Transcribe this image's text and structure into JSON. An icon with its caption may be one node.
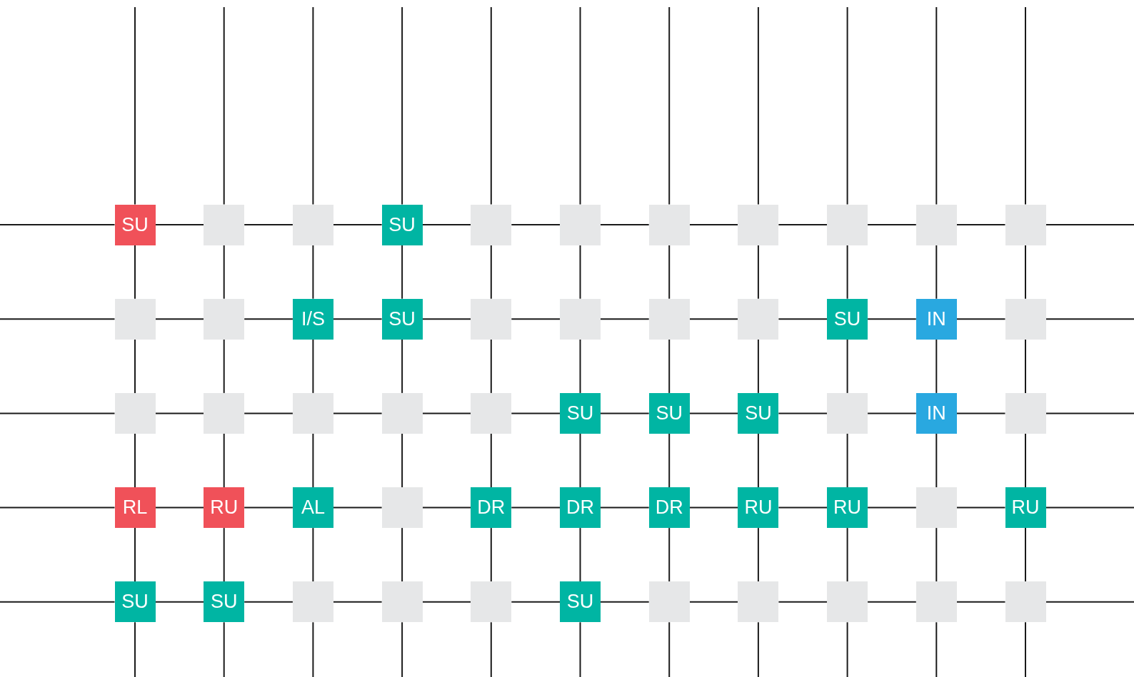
{
  "diagram": {
    "nodes": [
      {
        "text": [
          "SU"
        ]
      },
      {
        "text": [],
        "shape": "box"
      },
      {
        "text": [],
        "shape": "box"
      },
      {
        "text": [
          "SU"
        ]
      },
      {
        "text": [],
        "shape": "box"
      },
      {
        "text": [],
        "shape": "box"
      },
      {
        "text": [],
        "shape": "box"
      },
      {
        "text": [],
        "shape": "box"
      },
      {
        "text": [],
        "shape": "box"
      },
      {
        "text": [],
        "shape": "box"
      },
      {
        "text": [],
        "shape": "box"
      },
      {
        "text": [],
        "shape": "box"
      },
      {
        "text": [],
        "shape": "box"
      },
      {
        "text": [
          "I/S"
        ]
      },
      {
        "text": [
          "SU"
        ]
      },
      {
        "text": [],
        "shape": "box"
      },
      {
        "text": [],
        "shape": "box"
      },
      {
        "text": [],
        "shape": "box"
      },
      {
        "text": [],
        "shape": "box"
      },
      {
        "text": [
          "SU"
        ]
      },
      {
        "text": [
          "IN"
        ]
      },
      {
        "text": [],
        "shape": "box"
      },
      {
        "text": [],
        "shape": "box"
      },
      {
        "text": [],
        "shape": "box"
      },
      {
        "text": [],
        "shape": "box"
      },
      {
        "text": [],
        "shape": "box"
      },
      {
        "text": [],
        "shape": "box"
      },
      {
        "text": [
          "SU"
        ]
      },
      {
        "text": [
          "SU"
        ]
      },
      {
        "text": [
          "SU"
        ]
      },
      {
        "text": [],
        "shape": "box"
      },
      {
        "text": [
          "IN"
        ]
      },
      {
        "text": [],
        "shape": "box"
      },
      {
        "text": [
          "RL"
        ]
      },
      {
        "text": [
          "RU"
        ]
      },
      {
        "text": [
          "AL"
        ]
      },
      {
        "text": [],
        "shape": "box"
      },
      {
        "text": [
          "DR"
        ]
      },
      {
        "text": [
          "DR"
        ]
      },
      {
        "text": [
          "DR"
        ]
      },
      {
        "text": [
          "RU"
        ]
      },
      {
        "text": [
          "RU"
        ]
      },
      {
        "text": [],
        "shape": "box"
      },
      {
        "text": [
          "RU"
        ]
      },
      {
        "text": [
          "SU"
        ]
      },
      {
        "text": [
          "SU"
        ]
      },
      {
        "text": [],
        "shape": "box"
      },
      {
        "text": [],
        "shape": "box"
      },
      {
        "text": [],
        "shape": "box"
      },
      {
        "text": [
          "SU"
        ]
      },
      {
        "text": [],
        "shape": "box"
      },
      {
        "text": [],
        "shape": "box"
      },
      {
        "text": [],
        "shape": "box"
      },
      {
        "text": [],
        "shape": "box"
      },
      {
        "text": [],
        "shape": "box"
      }
    ],
    "edges": [
      {
        "from": null,
        "to": 0,
        "arrow": "none"
      },
      {
        "from": 0,
        "to": 1,
        "arrow": "none"
      },
      {
        "from": 1,
        "to": 2,
        "arrow": "none"
      },
      {
        "from": 2,
        "to": 3,
        "arrow": "none"
      },
      {
        "from": 3,
        "to": 4,
        "arrow": "none"
      },
      {
        "from": 4,
        "to": 5,
        "arrow": "none"
      },
      {
        "from": 5,
        "to": 6,
        "arrow": "none"
      },
      {
        "from": 6,
        "to": 7,
        "arrow": "none"
      },
      {
        "from": 7,
        "to": 8,
        "arrow": "none"
      },
      {
        "from": 8,
        "to": 9,
        "arrow": "none"
      },
      {
        "from": 9,
        "to": 10,
        "arrow": "none"
      },
      {
        "from": 10,
        "to": null,
        "arrow": "none"
      },
      {
        "from": null,
        "to": 11,
        "arrow": "none"
      },
      {
        "from": 11,
        "to": 12,
        "arrow": "none"
      },
      {
        "from": 12,
        "to": 13,
        "arrow": "none"
      },
      {
        "from": 13,
        "to": 14,
        "arrow": "none"
      },
      {
        "from": 14,
        "to": 15,
        "arrow": "none"
      },
      {
        "from": 15,
        "to": 16,
        "arrow": "none"
      },
      {
        "from": 16,
        "to": 17,
        "arrow": "none"
      },
      {
        "from": 17,
        "to": 18,
        "arrow": "none"
      },
      {
        "from": 18,
        "to": 19,
        "arrow": "none"
      },
      {
        "from": 19,
        "to": 20,
        "arrow": "none"
      },
      {
        "from": 20,
        "to": 21,
        "arrow": "none"
      },
      {
        "from": 21,
        "to": null,
        "arrow": "none"
      },
      {
        "from": null,
        "to": 22,
        "arrow": "none"
      },
      {
        "from": 22,
        "to": 23,
        "arrow": "none"
      },
      {
        "from": 23,
        "to": 24,
        "arrow": "none"
      },
      {
        "from": 24,
        "to": 25,
        "arrow": "none"
      },
      {
        "from": 25,
        "to": 26,
        "arrow": "none"
      },
      {
        "from": 26,
        "to": 27,
        "arrow": "none"
      },
      {
        "from": 27,
        "to": 28,
        "arrow": "none"
      },
      {
        "from": 28,
        "to": 29,
        "arrow": "none"
      },
      {
        "from": 29,
        "to": 30,
        "arrow": "none"
      },
      {
        "from": 30,
        "to": 31,
        "arrow": "none"
      },
      {
        "from": 31,
        "to": 32,
        "arrow": "none"
      },
      {
        "from": 32,
        "to": null,
        "arrow": "none"
      },
      {
        "from": null,
        "to": 33,
        "arrow": "none"
      },
      {
        "from": 33,
        "to": 34,
        "arrow": "none"
      },
      {
        "from": 34,
        "to": 35,
        "arrow": "none"
      },
      {
        "from": 35,
        "to": 36,
        "arrow": "none"
      },
      {
        "from": 36,
        "to": 37,
        "arrow": "none"
      },
      {
        "from": 37,
        "to": 38,
        "arrow": "none"
      },
      {
        "from": 38,
        "to": 39,
        "arrow": "none"
      },
      {
        "from": 39,
        "to": 40,
        "arrow": "none"
      },
      {
        "from": 40,
        "to": 41,
        "arrow": "none"
      },
      {
        "from": 41,
        "to": 42,
        "arrow": "none"
      },
      {
        "from": 42,
        "to": 43,
        "arrow": "none"
      },
      {
        "from": 43,
        "to": null,
        "arrow": "none"
      },
      {
        "from": null,
        "to": 44,
        "arrow": "none"
      },
      {
        "from": 44,
        "to": 45,
        "arrow": "none"
      },
      {
        "from": 45,
        "to": 46,
        "arrow": "none"
      },
      {
        "from": 46,
        "to": 47,
        "arrow": "none"
      },
      {
        "from": 47,
        "to": 48,
        "arrow": "none"
      },
      {
        "from": 48,
        "to": 49,
        "arrow": "none"
      },
      {
        "from": 49,
        "to": 50,
        "arrow": "none"
      },
      {
        "from": 50,
        "to": 51,
        "arrow": "none"
      },
      {
        "from": 51,
        "to": 52,
        "arrow": "none"
      },
      {
        "from": 52,
        "to": 53,
        "arrow": "none"
      },
      {
        "from": 53,
        "to": 54,
        "arrow": "none"
      },
      {
        "from": 54,
        "to": null,
        "arrow": "none"
      },
      {
        "from": null,
        "to": 0,
        "arrow": "none"
      },
      {
        "from": 0,
        "to": 11,
        "arrow": "none"
      },
      {
        "from": 11,
        "to": 22,
        "arrow": "none"
      },
      {
        "from": 22,
        "to": 33,
        "arrow": "none"
      },
      {
        "from": 33,
        "to": 44,
        "arrow": "none"
      },
      {
        "from": 44,
        "to": null,
        "arrow": "none"
      },
      {
        "from": null,
        "to": 1,
        "arrow": "none"
      },
      {
        "from": 1,
        "to": 12,
        "arrow": "none"
      },
      {
        "from": 12,
        "to": 23,
        "arrow": "none"
      },
      {
        "from": 23,
        "to": 34,
        "arrow": "none"
      },
      {
        "from": 34,
        "to": 45,
        "arrow": "none"
      },
      {
        "from": 45,
        "to": null,
        "arrow": "none"
      },
      {
        "from": null,
        "to": 2,
        "arrow": "none"
      },
      {
        "from": 2,
        "to": 13,
        "arrow": "none"
      },
      {
        "from": 13,
        "to": 24,
        "arrow": "none"
      },
      {
        "from": 24,
        "to": 35,
        "arrow": "none"
      },
      {
        "from": 35,
        "to": 46,
        "arrow": "none"
      },
      {
        "from": 46,
        "to": null,
        "arrow": "none"
      },
      {
        "from": null,
        "to": 3,
        "arrow": "none"
      },
      {
        "from": 3,
        "to": 14,
        "arrow": "none"
      },
      {
        "from": 14,
        "to": 25,
        "arrow": "none"
      },
      {
        "from": 25,
        "to": 36,
        "arrow": "none"
      },
      {
        "from": 36,
        "to": 47,
        "arrow": "none"
      },
      {
        "from": 47,
        "to": null,
        "arrow": "none"
      },
      {
        "from": null,
        "to": 4,
        "arrow": "none"
      },
      {
        "from": 4,
        "to": 15,
        "arrow": "none"
      },
      {
        "from": 15,
        "to": 26,
        "arrow": "none"
      },
      {
        "from": 26,
        "to": 37,
        "arrow": "none"
      },
      {
        "from": 37,
        "to": 48,
        "arrow": "none"
      },
      {
        "from": 48,
        "to": null,
        "arrow": "none"
      },
      {
        "from": null,
        "to": 5,
        "arrow": "none"
      },
      {
        "from": 5,
        "to": 16,
        "arrow": "none"
      },
      {
        "from": 16,
        "to": 27,
        "arrow": "none"
      },
      {
        "from": 27,
        "to": 38,
        "arrow": "none"
      },
      {
        "from": 38,
        "to": 49,
        "arrow": "none"
      },
      {
        "from": 49,
        "to": null,
        "arrow": "none"
      },
      {
        "from": null,
        "to": 6,
        "arrow": "none"
      },
      {
        "from": 6,
        "to": 17,
        "arrow": "none"
      },
      {
        "from": 17,
        "to": 28,
        "arrow": "none"
      },
      {
        "from": 28,
        "to": 39,
        "arrow": "none"
      },
      {
        "from": 39,
        "to": 50,
        "arrow": "none"
      },
      {
        "from": 50,
        "to": null,
        "arrow": "none"
      },
      {
        "from": null,
        "to": 7,
        "arrow": "none"
      },
      {
        "from": 7,
        "to": 18,
        "arrow": "none"
      },
      {
        "from": 18,
        "to": 29,
        "arrow": "none"
      },
      {
        "from": 29,
        "to": 40,
        "arrow": "none"
      },
      {
        "from": 40,
        "to": 51,
        "arrow": "none"
      },
      {
        "from": 51,
        "to": null,
        "arrow": "none"
      },
      {
        "from": null,
        "to": 8,
        "arrow": "none"
      },
      {
        "from": 8,
        "to": 19,
        "arrow": "none"
      },
      {
        "from": 19,
        "to": 30,
        "arrow": "none"
      },
      {
        "from": 30,
        "to": 41,
        "arrow": "none"
      },
      {
        "from": 41,
        "to": 52,
        "arrow": "none"
      },
      {
        "from": 52,
        "to": null,
        "arrow": "none"
      },
      {
        "from": null,
        "to": 9,
        "arrow": "none"
      },
      {
        "from": 9,
        "to": 20,
        "arrow": "none"
      },
      {
        "from": 20,
        "to": 31,
        "arrow": "none"
      },
      {
        "from": 31,
        "to": 42,
        "arrow": "none"
      },
      {
        "from": 42,
        "to": 53,
        "arrow": "none"
      },
      {
        "from": 53,
        "to": null,
        "arrow": "none"
      },
      {
        "from": null,
        "to": 10,
        "arrow": "none"
      },
      {
        "from": 10,
        "to": 21,
        "arrow": "none"
      },
      {
        "from": 21,
        "to": 32,
        "arrow": "none"
      },
      {
        "from": 32,
        "to": 43,
        "arrow": "none"
      },
      {
        "from": 43,
        "to": 54,
        "arrow": "none"
      },
      {
        "from": 54,
        "to": null,
        "arrow": "none"
      }
    ]
  }
}
